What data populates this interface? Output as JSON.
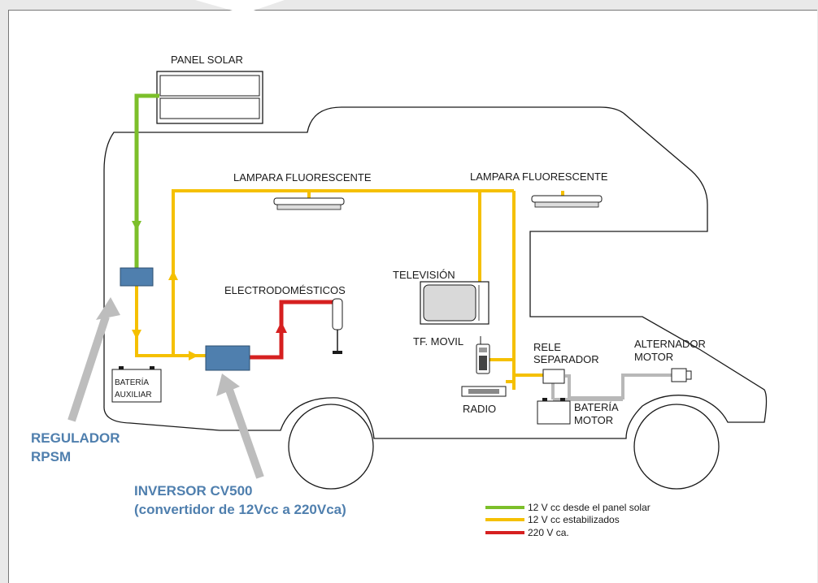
{
  "labels": {
    "panel_solar": "PANEL SOLAR",
    "lampara_1": "LAMPARA FLUORESCENTE",
    "lampara_2": "LAMPARA FLUORESCENTE",
    "television": "TELEVISIÓN",
    "electrodomesticos": "ELECTRODOMÉSTICOS",
    "tf_movil": "TF. MOVIL",
    "radio": "RADIO",
    "rele_line1": "RELE",
    "rele_line2": "SEPARADOR",
    "alternador_line1": "ALTERNADOR",
    "alternador_line2": "MOTOR",
    "bateria_motor_line1": "BATERÍA",
    "bateria_motor_line2": "MOTOR",
    "bateria_aux_line1": "BATERÍA",
    "bateria_aux_line2": "AUXILIAR"
  },
  "callouts": {
    "regulador_line1": "REGULADOR",
    "regulador_line2": "RPSM",
    "inversor_line1": "INVERSOR CV500",
    "inversor_line2": "(convertidor de 12Vcc a 220Vca)"
  },
  "legend": [
    {
      "label": "12 V cc desde el panel solar",
      "color": "#7cbf2a"
    },
    {
      "label": "12 V cc estabilizados",
      "color": "#f5c000"
    },
    {
      "label": "220 V ca.",
      "color": "#d62020"
    }
  ],
  "colors": {
    "green": "#7cbf2a",
    "yellow": "#f5c000",
    "red": "#d62020",
    "gray": "#b8b8b8",
    "device_blue": "#4f7fae"
  }
}
